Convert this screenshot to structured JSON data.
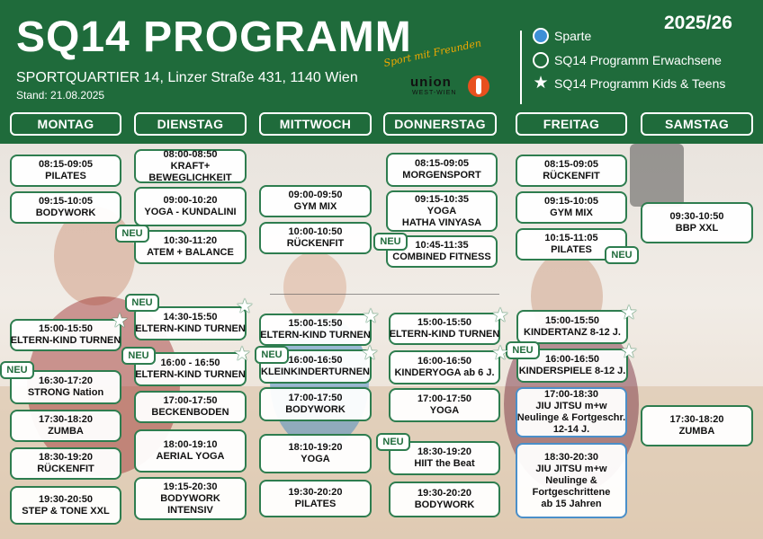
{
  "header": {
    "title": "SQ14 PROGRAMM",
    "address": "SPORTQUARTIER 14, Linzer Straße 431, 1140 Wien",
    "stand": "Stand: 21.08.2025",
    "season": "2025/26"
  },
  "logo": {
    "tagline": "Sport mit Freunden",
    "name": "union",
    "sub": "WEST-WIEN"
  },
  "legend": [
    {
      "icon": "blue-dot-icon",
      "label": "Sparte"
    },
    {
      "icon": "ring-icon",
      "label": "SQ14 Programm Erwachsene"
    },
    {
      "icon": "star-icon",
      "label": "SQ14 Programm Kids & Teens"
    }
  ],
  "days": [
    "MONTAG",
    "DIENSTAG",
    "MITTWOCH",
    "DONNERSTAG",
    "FREITAG",
    "SAMSTAG"
  ],
  "badge_label": "NEU",
  "colors": {
    "brand_green": "#1f6b3b",
    "card_border": "#2e7d4f",
    "sparte_blue": "#4a8fc9"
  },
  "cards": [
    {
      "id": "mo1",
      "time": "08:15-09:05",
      "name": "PILATES"
    },
    {
      "id": "mo2",
      "time": "09:15-10:05",
      "name": "BODYWORK"
    },
    {
      "id": "mo3",
      "time": "15:00-15:50",
      "name": "ELTERN-KIND TURNEN"
    },
    {
      "id": "mo4",
      "time": "16:30-17:20",
      "name": "STRONG Nation"
    },
    {
      "id": "mo5",
      "time": "17:30-18:20",
      "name": "ZUMBA"
    },
    {
      "id": "mo6",
      "time": "18:30-19:20",
      "name": "RÜCKENFIT"
    },
    {
      "id": "mo7",
      "time": "19:30-20:50",
      "name": "STEP & TONE XXL"
    },
    {
      "id": "di1",
      "time": "08:00-08:50",
      "name": "KRAFT+",
      "name2": "BEWEGLICHKEIT"
    },
    {
      "id": "di2",
      "time": "09:00-10:20",
      "name": "YOGA - KUNDALINI"
    },
    {
      "id": "di3",
      "time": "10:30-11:20",
      "name": "ATEM + BALANCE"
    },
    {
      "id": "di4",
      "time": "14:30-15:50",
      "name": "ELTERN-KIND TURNEN"
    },
    {
      "id": "di5",
      "time": "16:00 - 16:50",
      "name": "ELTERN-KIND TURNEN"
    },
    {
      "id": "di6",
      "time": "17:00-17:50",
      "name": "BECKENBODEN"
    },
    {
      "id": "di7",
      "time": "18:00-19:10",
      "name": "AERIAL YOGA"
    },
    {
      "id": "di8",
      "time": "19:15-20:30",
      "name": "BODYWORK",
      "name2": "INTENSIV"
    },
    {
      "id": "mi1",
      "time": "09:00-09:50",
      "name": "GYM MIX"
    },
    {
      "id": "mi2",
      "time": "10:00-10:50",
      "name": "RÜCKENFIT"
    },
    {
      "id": "mi3",
      "time": "15:00-15:50",
      "name": "ELTERN-KIND TURNEN"
    },
    {
      "id": "mi4",
      "time": "16:00-16:50",
      "name": "KLEINKINDERTURNEN"
    },
    {
      "id": "mi5",
      "time": "17:00-17:50",
      "name": "BODYWORK"
    },
    {
      "id": "mi6",
      "time": "18:10-19:20",
      "name": "YOGA"
    },
    {
      "id": "mi7",
      "time": "19:30-20:20",
      "name": "PILATES"
    },
    {
      "id": "do1",
      "time": "08:15-09:05",
      "name": "MORGENSPORT"
    },
    {
      "id": "do2",
      "time": "09:15-10:35",
      "name": "YOGA",
      "name2": "HATHA VINYASA"
    },
    {
      "id": "do3",
      "time": "10:45-11:35",
      "name": "COMBINED FITNESS"
    },
    {
      "id": "do4",
      "time": "15:00-15:50",
      "name": "ELTERN-KIND TURNEN"
    },
    {
      "id": "do5",
      "time": "16:00-16:50",
      "name": "KINDERYOGA ab 6 J."
    },
    {
      "id": "do6",
      "time": "17:00-17:50",
      "name": "YOGA"
    },
    {
      "id": "do7",
      "time": "18:30-19:20",
      "name": "HIIT the Beat"
    },
    {
      "id": "do8",
      "time": "19:30-20:20",
      "name": "BODYWORK"
    },
    {
      "id": "fr1",
      "time": "08:15-09:05",
      "name": "RÜCKENFIT"
    },
    {
      "id": "fr2",
      "time": "09:15-10:05",
      "name": "GYM MIX"
    },
    {
      "id": "fr3",
      "time": "10:15-11:05",
      "name": "PILATES"
    },
    {
      "id": "fr4",
      "time": "15:00-15:50",
      "name": "KINDERTANZ 8-12 J."
    },
    {
      "id": "fr5",
      "time": "16:00-16:50",
      "name": "KINDERSPIELE 8-12 J."
    },
    {
      "id": "fr6",
      "time": "17:00-18:30",
      "name": "JIU JITSU m+w",
      "name2": "Neulinge & Fortgeschr.",
      "name3": "12-14 J."
    },
    {
      "id": "fr7",
      "time": "18:30-20:30",
      "name": "JIU JITSU m+w",
      "name2": "Neulinge &",
      "name3": "Fortgeschrittene",
      "name4": "ab 15 Jahren"
    },
    {
      "id": "sa1",
      "time": "09:30-10:50",
      "name": "BBP XXL"
    },
    {
      "id": "sa2",
      "time": "17:30-18:20",
      "name": "ZUMBA"
    }
  ]
}
